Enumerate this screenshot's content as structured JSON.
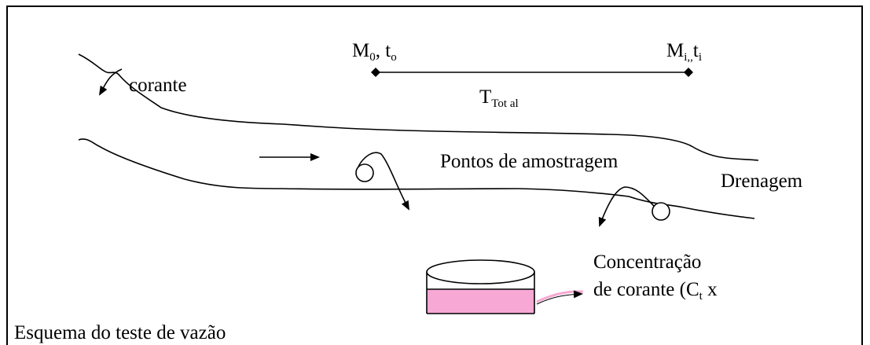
{
  "labels": {
    "corante": "corante",
    "m0": {
      "main": "M",
      "sub": "0",
      "sep": ", t",
      "sub2": "o"
    },
    "mi": {
      "main": "M",
      "sub": "i,,",
      "sep": "t",
      "sub2": "i"
    },
    "ttotal": {
      "main": "T",
      "sub": "Tot al"
    },
    "pontos": "Pontos de amostragem",
    "drenagem": "Drenagem",
    "concentracao_line1": "Concentração",
    "concentracao_line2": {
      "prefix": "de corante (C",
      "sub": "t",
      "suffix": " x"
    },
    "caption": "Esquema do teste de vazão"
  },
  "colors": {
    "line": "#000000",
    "liquid": "#f7a8d4",
    "background": "#ffffff"
  }
}
